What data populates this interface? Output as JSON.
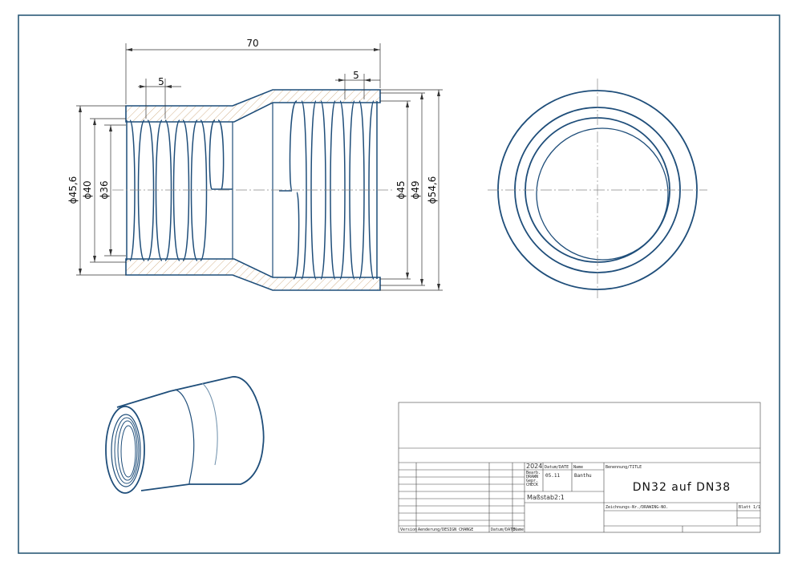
{
  "colors": {
    "frame": "#2b5a77",
    "part": "#1f4e7a",
    "dim": "#333333",
    "hatch": "#d8b58a"
  },
  "dimensions": {
    "length": "70",
    "pitch_left": "5",
    "pitch_right": "5",
    "d_outer_left": "ϕ45,6",
    "d_mid_left": "ϕ40",
    "d_inner_left": "ϕ36",
    "d_inner_right": "ϕ45",
    "d_mid_right": "ϕ49",
    "d_outer_right": "ϕ54,6"
  },
  "title_block": {
    "year": "2024",
    "datum_label": "Datum/DATE",
    "name_label": "Name",
    "title_label": "Benennung/TITLE",
    "bearb_label": "Bearb.",
    "drawn_label": "DRAWN",
    "gepr_label": "Gepr.",
    "check_label": "CHECK",
    "date_value": "05.11",
    "name_value": "Banthu",
    "scale_label": "Maßstab",
    "scale_value": "2:1",
    "title_value": "DN32 auf DN38",
    "drawing_no_label": "Zeichnungs-Nr./DRAWING-NO.",
    "sheet_label": "Blatt 1/1",
    "version_label": "Version",
    "change_label": "Aenderung/DESIGN CHANGE",
    "change_date_label": "Datum/DATE",
    "change_name_label": "Name"
  }
}
